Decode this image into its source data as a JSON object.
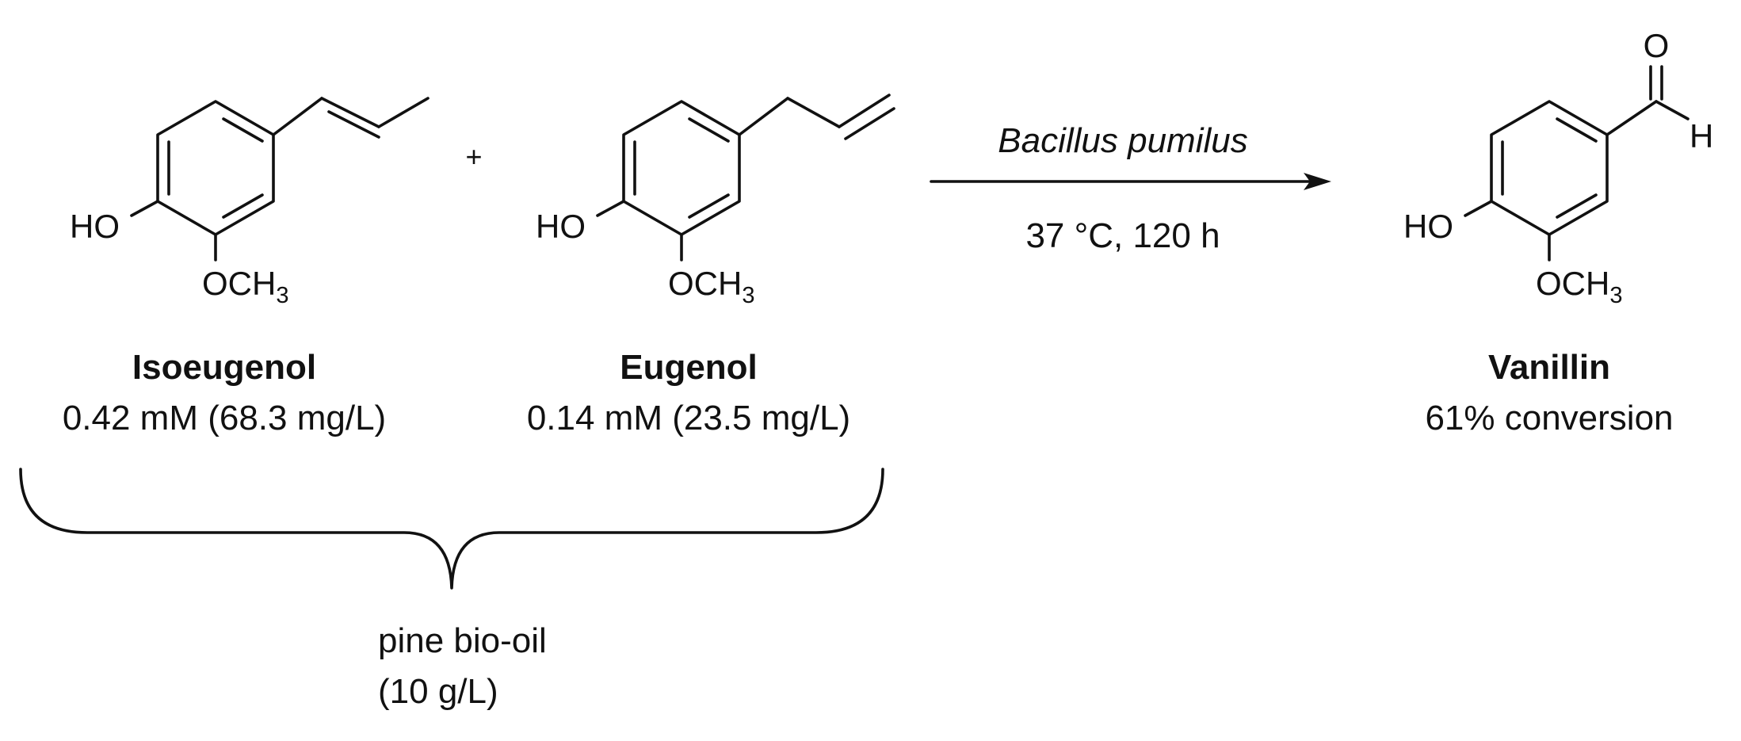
{
  "reactants": [
    {
      "name": "Isoeugenol",
      "concentration": "0.42 mM (68.3 mg/L)",
      "substituents": {
        "hydroxy": "HO",
        "methoxy_prefix": "OCH",
        "methoxy_subscript": "3"
      }
    },
    {
      "name": "Eugenol",
      "concentration": "0.14 mM (23.5 mg/L)",
      "substituents": {
        "hydroxy": "HO",
        "methoxy_prefix": "OCH",
        "methoxy_subscript": "3"
      }
    }
  ],
  "plus_sign": "+",
  "reaction": {
    "catalyst": "Bacillus pumilus",
    "conditions": "37 °C, 120 h"
  },
  "product": {
    "name": "Vanillin",
    "result": "61% conversion",
    "substituents": {
      "aldehyde_oxygen": "O",
      "aldehyde_hydrogen": "H",
      "hydroxy": "HO",
      "methoxy_prefix": "OCH",
      "methoxy_subscript": "3"
    }
  },
  "source": {
    "label": "pine bio-oil",
    "amount": "(10 g/L)"
  }
}
